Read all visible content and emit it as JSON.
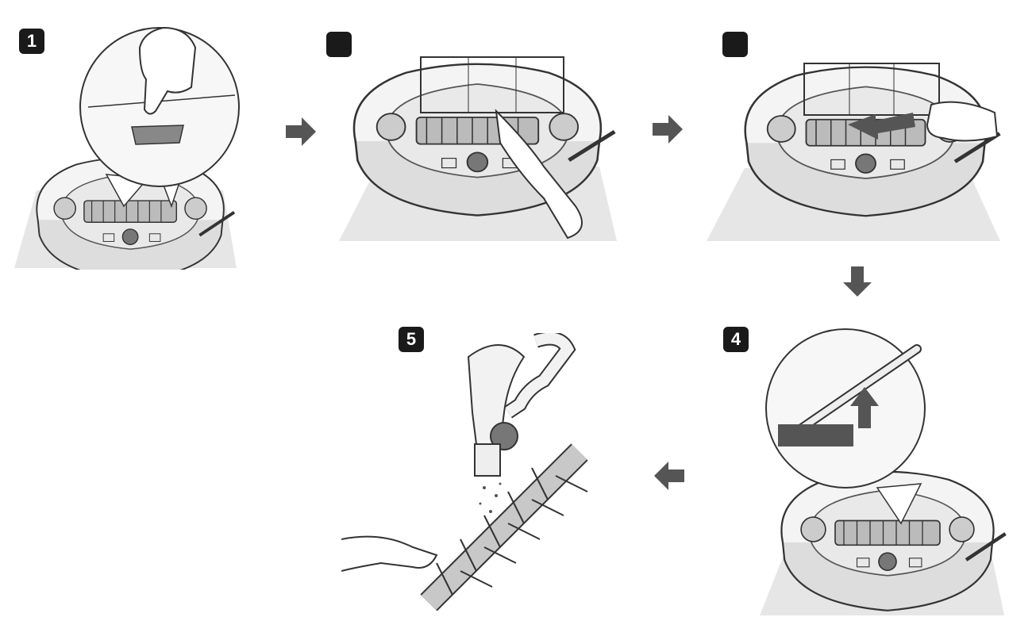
{
  "steps": [
    {
      "number": "1",
      "illustration": "press-release-button"
    },
    {
      "number": "",
      "illustration": "lift-brush-cover"
    },
    {
      "number": "",
      "illustration": "slide-brush-out"
    },
    {
      "number": "4",
      "illustration": "lift-brush-up"
    },
    {
      "number": "5",
      "illustration": "vacuum-clean-brush"
    }
  ],
  "colors": {
    "badge": "#1a1a1a",
    "arrow": "#555555",
    "floor": "#e6e6e6",
    "line": "#333333",
    "body": "#f4f4f4"
  }
}
